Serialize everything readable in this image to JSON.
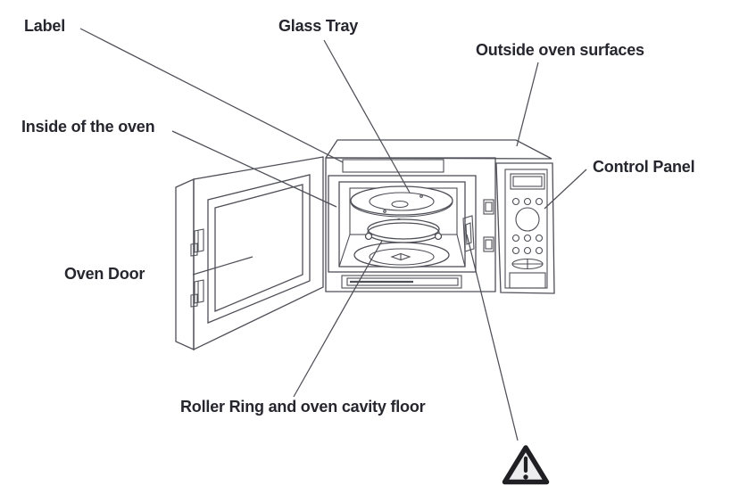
{
  "diagram": {
    "subject": "Microwave oven parts diagram",
    "labels": {
      "label": "Label",
      "glass_tray": "Glass Tray",
      "outside_oven_surfaces": "Outside oven surfaces",
      "inside_of_the_oven": "Inside of the oven",
      "control_panel": "Control Panel",
      "oven_door": "Oven Door",
      "roller_ring_and_oven_cavity_floor": "Roller Ring and oven cavity floor"
    },
    "icons": {
      "warning": "warning-triangle-exclamation"
    },
    "colors": {
      "background": "#ffffff",
      "line": "#4e4f57",
      "text": "#26262e",
      "warning_stroke": "#202024",
      "warning_fill": "#ededef"
    }
  }
}
